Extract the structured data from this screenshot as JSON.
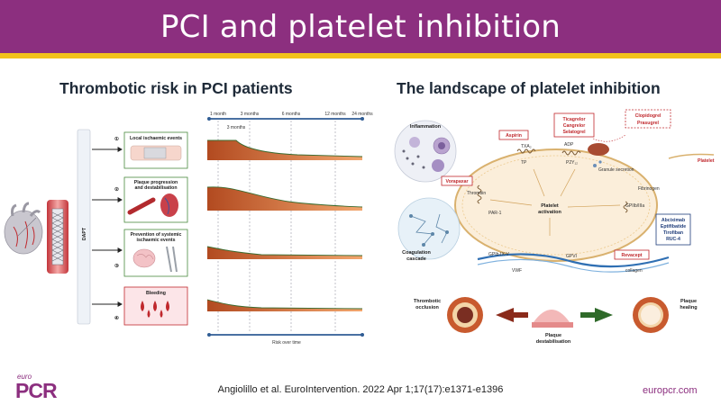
{
  "slide": {
    "title": "PCI and platelet inhibition",
    "left_heading": "Thrombotic risk in PCI patients",
    "right_heading": "The landscape of platelet inhibition",
    "citation": "Angiolillo et al. EuroIntervention. 2022 Apr 1;17(17):e1371-e1396",
    "logo_small": "euro",
    "logo_big": "PCR",
    "footer_url": "europcr.com"
  },
  "left_figure": {
    "dapt": "DAPT",
    "timeline": [
      "1 month",
      "3 months",
      "6 months",
      "12 months",
      "24 months"
    ],
    "sub_tick": "3 months",
    "risk_label": "Risk over time",
    "rows": [
      {
        "num": "①",
        "label": "Local ischaemic events"
      },
      {
        "num": "②",
        "label1": "Plaque progression",
        "label2": "and destabilisation"
      },
      {
        "num": "③",
        "label1": "Prevention of systemic",
        "label2": "ischaemic events"
      },
      {
        "num": "④",
        "label": "Bleeding"
      }
    ]
  },
  "right_figure": {
    "inflammation": "Inflammation",
    "coagulation1": "Coagulation",
    "coagulation2": "cascade",
    "aspirin": "Aspirin",
    "p2y12_drugs": [
      "Ticagrelor",
      "Cangrelor",
      "Selatogrel"
    ],
    "p2y12_prodrugs": [
      "Clopidogrel",
      "Prasugrel"
    ],
    "vorapaxar": "Vorapaxar",
    "thrombin": "Thrombin",
    "txa2": "TXA₂",
    "adp": "ADP",
    "receptor_tp": "TP",
    "receptor_p2y": "P2Y₁₂",
    "receptor_par": "PAR-1",
    "granule": "Granule secretion",
    "fibrinogen": "Fibrinogen",
    "gp2b3a": "GPIIb/IIIa",
    "platelet_label": "Platelet",
    "activation1": "Platelet",
    "activation2": "activation",
    "gpiib_drugs": [
      "Abciximab",
      "Eptifibatide",
      "Tirofiban",
      "RUC-4"
    ],
    "revacept": "Revacept",
    "gpib": "GPIb-IX-V",
    "gpvi": "GPVI",
    "vwf": "VWF",
    "collagen": "collagen",
    "thrombotic1": "Thrombotic",
    "thrombotic2": "occlusion",
    "plaque_heal1": "Plaque",
    "plaque_heal2": "healing",
    "destab1": "Plaque",
    "destab2": "destabilisation"
  },
  "colors": {
    "title_bar": "#8c2f7f",
    "accent": "#f2c21b",
    "risk_fill_dark": "#b24a20",
    "risk_fill_light": "#f2a66d",
    "drug_red": "#c0282d",
    "drug_navy": "#1f3d7a"
  }
}
